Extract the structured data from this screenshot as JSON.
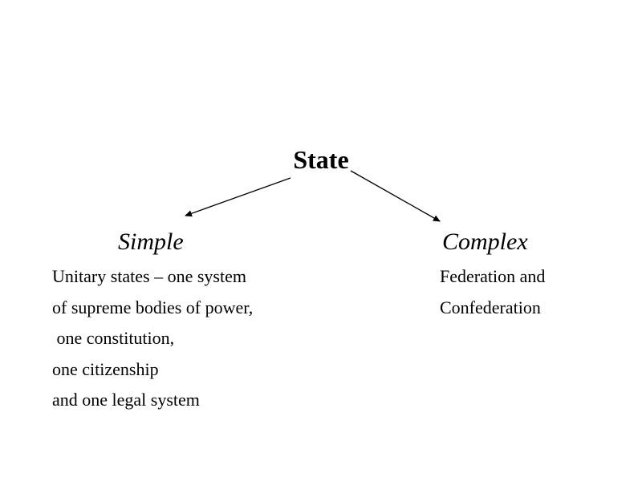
{
  "diagram": {
    "title": "State",
    "branches": [
      {
        "heading": "Simple",
        "lines": [
          "Unitary states – one system",
          "of supreme bodies of power,",
          " one constitution,",
          "one citizenship",
          "and one legal system"
        ]
      },
      {
        "heading": "Complex",
        "lines": [
          "Federation and",
          "Confederation"
        ]
      }
    ],
    "colors": {
      "background": "#ffffff",
      "text": "#000000",
      "arrow": "#000000"
    }
  }
}
